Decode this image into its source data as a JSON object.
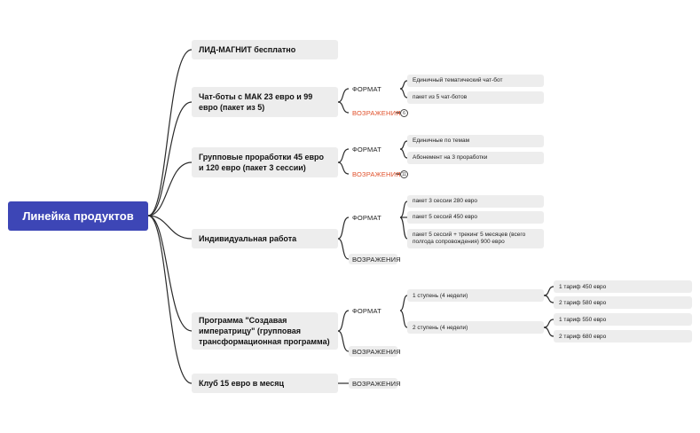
{
  "root": {
    "label": "Линейка продуктов"
  },
  "products": [
    {
      "label": "ЛИД-МАГНИТ бесплатно"
    },
    {
      "label": "Чат-боты с МАК  23 евро и 99 евро (пакет из 5)",
      "format_label": "ФОРМАТ",
      "format_items": [
        "Единичный тематический чат-бот",
        "пакет из 5 чат-ботов"
      ],
      "objections_label": "ВОЗРАЖЕНИЯ",
      "objections_count": "6"
    },
    {
      "label": "Групповые проработки 45 евро и 120 евро (пакет 3 сессии)",
      "format_label": "ФОРМАТ",
      "format_items": [
        "Единичные по темам",
        "Абонемент на 3 проработки"
      ],
      "objections_label": "ВОЗРАЖЕНИЯ",
      "objections_count": "11"
    },
    {
      "label": "Индивидуальная работа",
      "format_label": "ФОРМАТ",
      "format_items": [
        "пакет 3 сессии  280 евро",
        "пакет 5 сессий 450 евро",
        "пакет 5 сессий + трекинг 5 месяцев (всего полгода сопровождения) 900 евро"
      ],
      "objections_label": "ВОЗРАЖЕНИЯ"
    },
    {
      "label": "Программа \"Создавая императрицу\" (групповая трансформационная программа)",
      "format_label": "ФОРМАТ",
      "stages": [
        {
          "label": "1 ступень (4 недели)",
          "tariffs": [
            "1 тариф 450 евро",
            "2 тариф  580 евро"
          ]
        },
        {
          "label": "2 ступень (4 недели)",
          "tariffs": [
            "1 тариф 550 евро",
            "2 тариф  680 евро"
          ]
        }
      ],
      "objections_label": "ВОЗРАЖЕНИЯ"
    },
    {
      "label": "Клуб 15 евро в месяц",
      "objections_label": "ВОЗРАЖЕНИЯ"
    }
  ]
}
